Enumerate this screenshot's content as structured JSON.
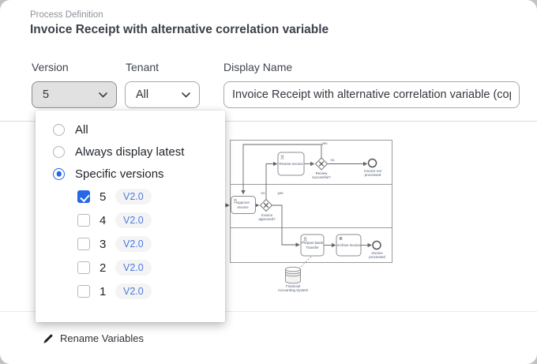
{
  "page": {
    "eyebrow": "Process Definition",
    "title": "Invoice Receipt with alternative correlation variable"
  },
  "form": {
    "version_label": "Version",
    "version_value": "5",
    "tenant_label": "Tenant",
    "tenant_value": "All",
    "display_name_label": "Display Name",
    "display_name_value": "Invoice Receipt with alternative correlation variable (copy)"
  },
  "dropdown": {
    "modes": [
      {
        "label": "All",
        "selected": false
      },
      {
        "label": "Always display latest",
        "selected": false
      },
      {
        "label": "Specific versions",
        "selected": true
      }
    ],
    "versions": [
      {
        "number": "5",
        "badge": "V2.0",
        "checked": true
      },
      {
        "number": "4",
        "badge": "V2.0",
        "checked": false
      },
      {
        "number": "3",
        "badge": "V2.0",
        "checked": false
      },
      {
        "number": "2",
        "badge": "V2.0",
        "checked": false
      },
      {
        "number": "1",
        "badge": "V2.0",
        "checked": false
      }
    ]
  },
  "footer": {
    "rename_variables": "Rename Variables"
  },
  "diagram": {
    "review_invoice": "Review Invoice",
    "review_successful": "Review successful?",
    "invoice_not_processed": "Invoice not processed",
    "approve_invoice": "Approve Invoice",
    "invoice_approved": "Invoice approved?",
    "prepare_bank_transfer": "Prepare Bank Transfer",
    "archive_invoice": "Archive Invoice",
    "invoice_processed": "Invoice processed",
    "financial_accounting_system": "Financial Accounting System",
    "yes": "yes",
    "no": "no"
  },
  "colors": {
    "accent": "#2667e8",
    "badge_bg": "#f4f4f5",
    "badge_text": "#4a7ae0"
  }
}
